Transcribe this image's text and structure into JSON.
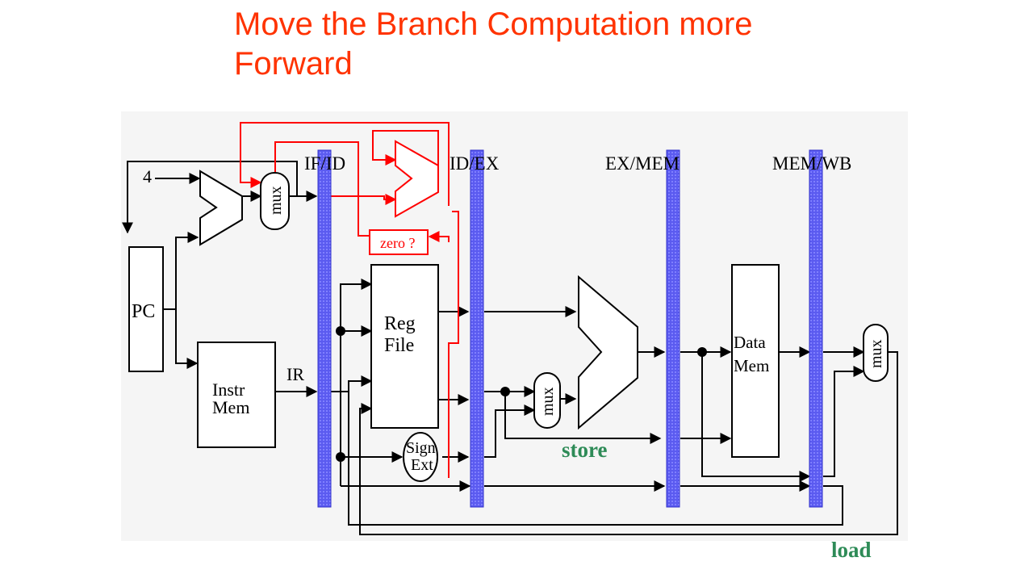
{
  "slide": {
    "title_line1": "Move the Branch Computation more",
    "title_line2": "Forward"
  },
  "diagram": {
    "pipeline_registers": [
      "IF/ID",
      "ID/EX",
      "EX/MEM",
      "MEM/WB"
    ],
    "blocks": {
      "pc": "PC",
      "instr_mem_line1": "Instr",
      "instr_mem_line2": "Mem",
      "reg_file_line1": "Reg",
      "reg_file_line2": "File",
      "data_mem_line1": "Data",
      "data_mem_line2": "Mem",
      "sign_ext_line1": "Sign",
      "sign_ext_line2": "Ext",
      "mux": "mux",
      "zero_test": "zero ?"
    },
    "labels": {
      "constant_four": "4",
      "ir": "IR",
      "store": "store",
      "load": "load"
    },
    "colors": {
      "title": "#ff3300",
      "branch_path": "#ff0000",
      "pipeline_register": "#5555ee",
      "store_load_label": "#2e8b57",
      "wire": "#000000"
    }
  }
}
